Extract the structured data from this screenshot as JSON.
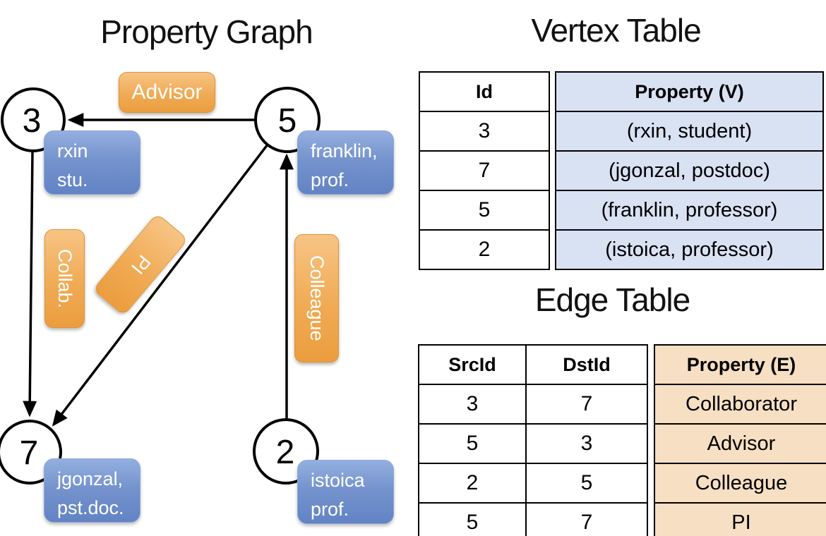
{
  "graph": {
    "title": "Property Graph",
    "nodes": [
      {
        "id": "3",
        "label_line1": "rxin",
        "label_line2": "stu."
      },
      {
        "id": "5",
        "label_line1": "franklin,",
        "label_line2": "prof."
      },
      {
        "id": "7",
        "label_line1": "jgonzal,",
        "label_line2": "pst.doc."
      },
      {
        "id": "2",
        "label_line1": "istoica",
        "label_line2": "prof."
      }
    ],
    "edge_labels": {
      "advisor": "Advisor",
      "collab": "Collab.",
      "pi": "PI",
      "colleague": "Colleague"
    }
  },
  "vertex_table": {
    "title": "Vertex Table",
    "columns": [
      "Id",
      "Property (V)"
    ],
    "rows": [
      [
        "3",
        "(rxin, student)"
      ],
      [
        "7",
        "(jgonzal, postdoc)"
      ],
      [
        "5",
        "(franklin, professor)"
      ],
      [
        "2",
        "(istoica, professor)"
      ]
    ]
  },
  "edge_table": {
    "title": "Edge Table",
    "columns": [
      "SrcId",
      "DstId",
      "Property (E)"
    ],
    "rows": [
      [
        "3",
        "7",
        "Collaborator"
      ],
      [
        "5",
        "3",
        "Advisor"
      ],
      [
        "2",
        "5",
        "Colleague"
      ],
      [
        "5",
        "7",
        "PI"
      ]
    ]
  },
  "colors": {
    "edge_label_orange": "#f0ab55",
    "vertex_label_blue": "#7593cd",
    "vertex_table_fill": "#d9e2f3",
    "edge_table_fill": "#f6dfc2",
    "line_black": "#000000"
  }
}
